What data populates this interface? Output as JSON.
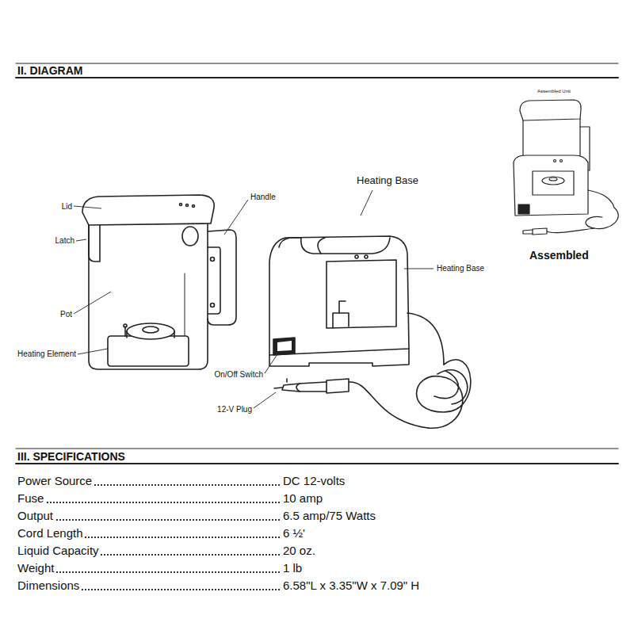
{
  "diagram": {
    "title": "II. DIAGRAM",
    "labels": [
      "Heating Base",
      "Handle",
      "Lid",
      "Latch",
      "Heating Base",
      "Pot",
      "Heating Element",
      "On/Off Switch",
      "12-V Plug",
      "Assembled Unit",
      "Assembled",
      "III.  SPECIFICATIONS",
      "Power Source",
      "DC 12-volts",
      "Fuse",
      "10 amp",
      "Output",
      "6.5 amp/75 Watts",
      "Cord Length",
      "6 ½'",
      "Liquid Capacity",
      "20 oz.",
      "Weight",
      "1 lb",
      "Dimensions",
      "6.58\"L x 3.35\"W x 7.09\" H"
    ]
  }
}
